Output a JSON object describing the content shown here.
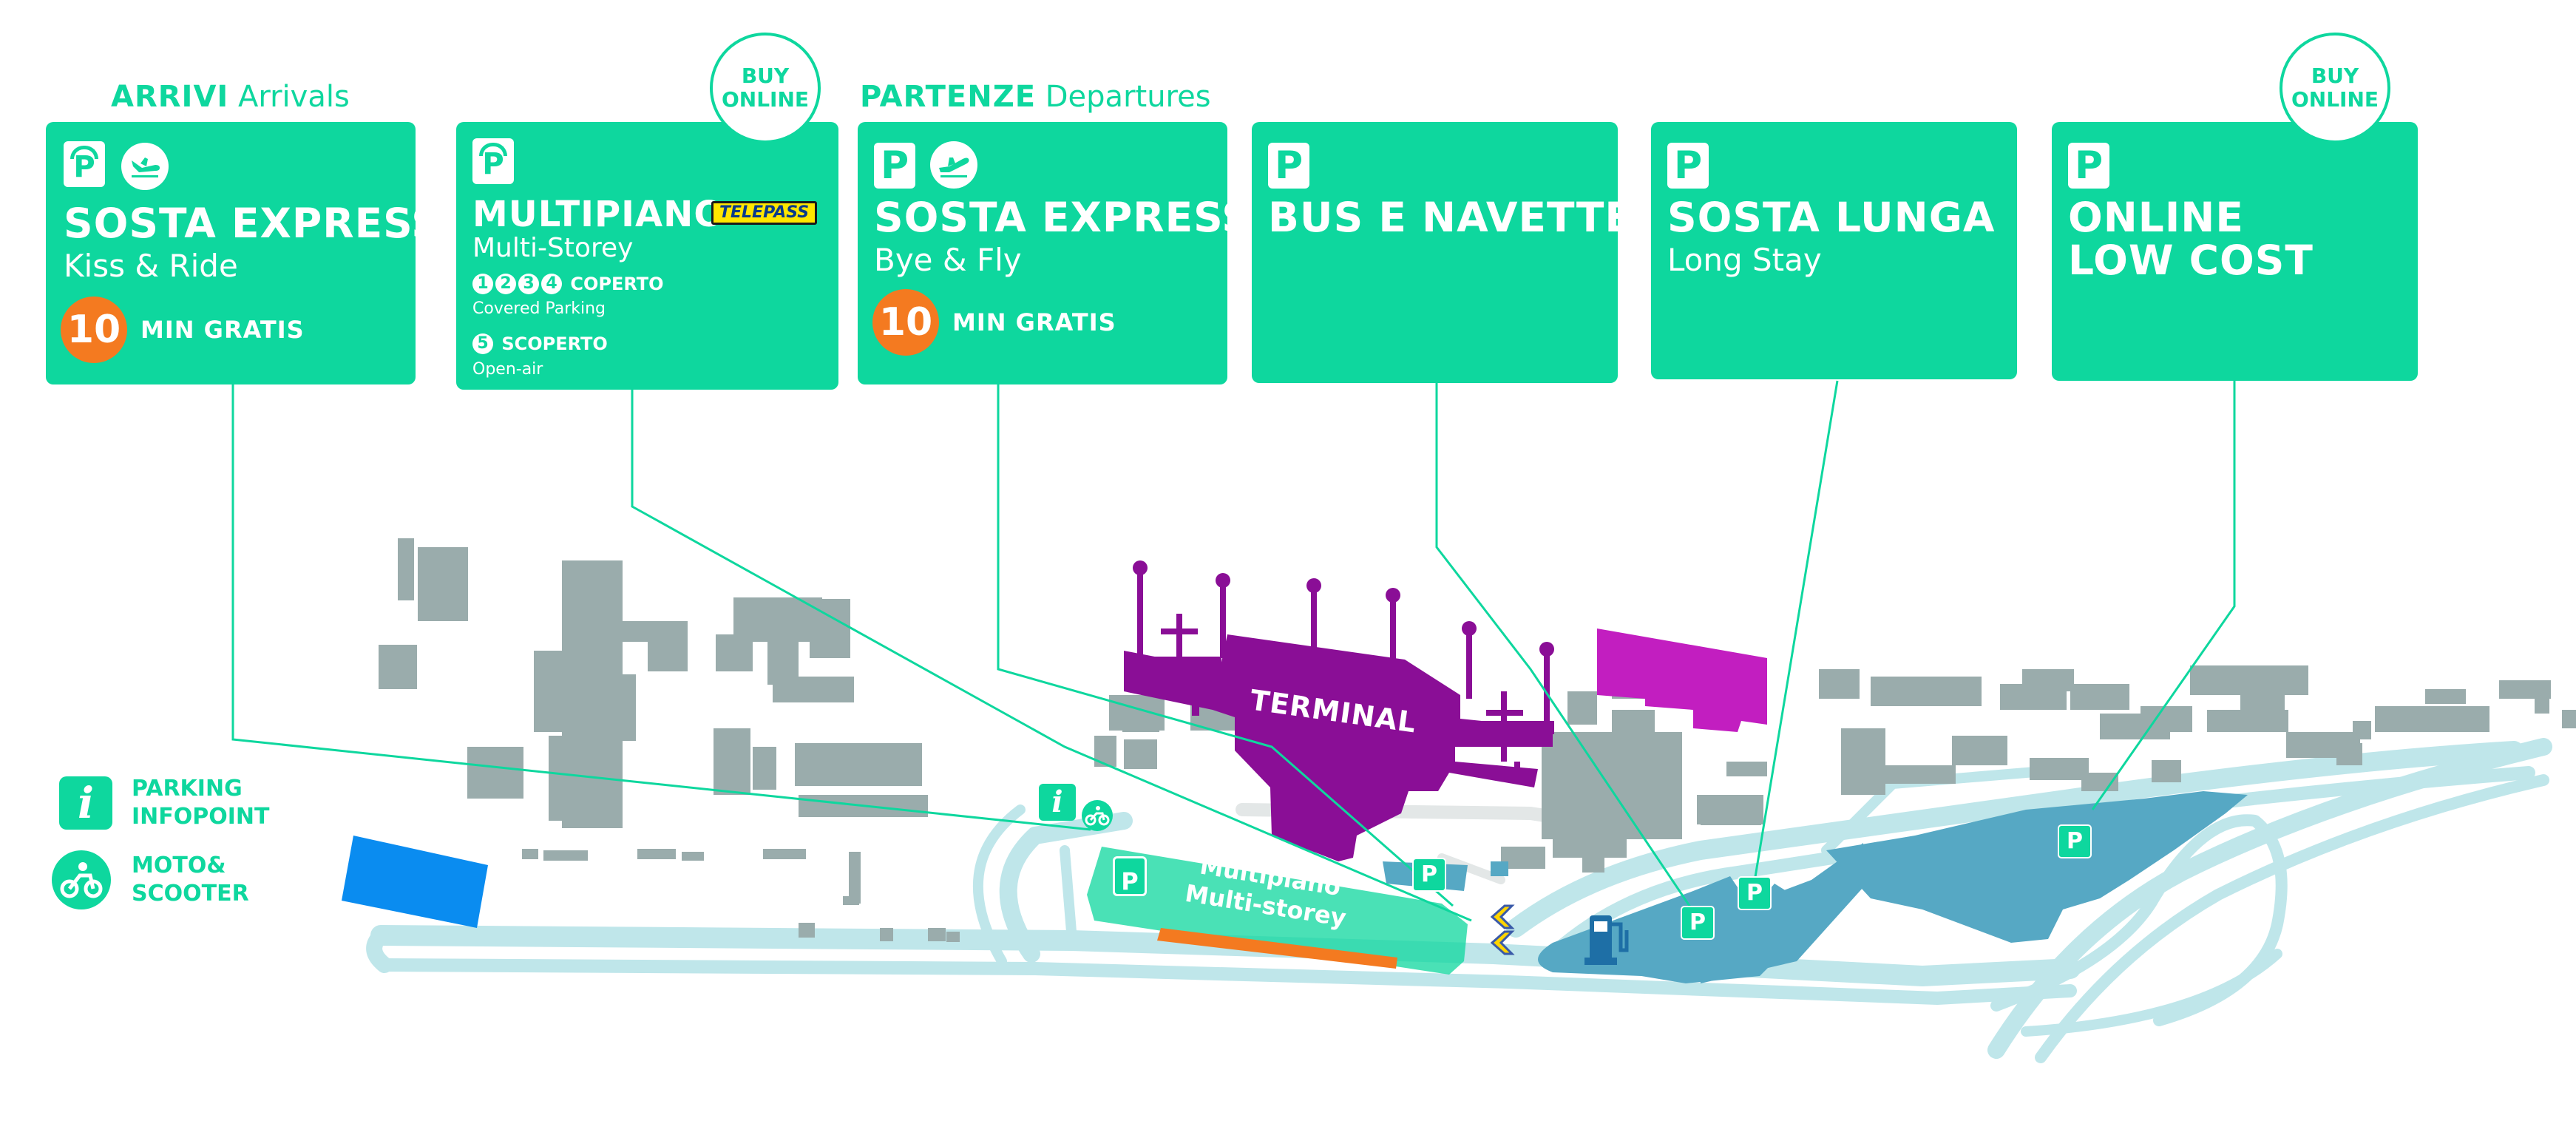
{
  "headings": {
    "arrivi": {
      "it": "ARRIVI",
      "en": "Arrivals"
    },
    "partenze": {
      "it": "PARTENZE",
      "en": "Departures"
    }
  },
  "buy_online": {
    "line1": "BUY",
    "line2": "ONLINE"
  },
  "cards": {
    "sosta_express_arrivals": {
      "p": "P",
      "title": "SOSTA EXPRESS",
      "subtitle": "Kiss & Ride",
      "free_minutes": "10",
      "free_label": "MIN GRATIS",
      "icon": "plane-landing-icon"
    },
    "multipiano": {
      "p": "P",
      "title": "MULTIPIANO",
      "subtitle": "Multi-Storey",
      "telepass": "TELEPASS",
      "floors": [
        "1",
        "2",
        "3",
        "4"
      ],
      "covered_it": "COPERTO",
      "covered_en": "Covered Parking",
      "open_floor": "5",
      "open_it": "SCOPERTO",
      "open_en": "Open-air"
    },
    "sosta_express_departures": {
      "p": "P",
      "title": "SOSTA EXPRESS",
      "subtitle": "Bye & Fly",
      "free_minutes": "10",
      "free_label": "MIN GRATIS",
      "icon": "plane-takeoff-icon"
    },
    "bus_navette": {
      "p": "P",
      "title": "BUS E NAVETTE"
    },
    "sosta_lunga": {
      "p": "P",
      "title": "SOSTA LUNGA",
      "subtitle": "Long Stay"
    },
    "online_low_cost": {
      "p": "P",
      "title_line1": "ONLINE",
      "title_line2": "LOW COST"
    }
  },
  "map": {
    "terminal_label": "TERMINAL",
    "multipiano_label_1": "Multipiano",
    "multipiano_label_2": "Multi-storey",
    "parking_marker": "P",
    "info_marker": "i"
  },
  "legend": {
    "infopoint": {
      "line1": "PARKING",
      "line2": "INFOPOINT",
      "icon": "info-icon"
    },
    "moto": {
      "line1": "MOTO&",
      "line2": "SCOOTER",
      "icon": "scooter-icon"
    }
  },
  "colors": {
    "green": "#0ed79e",
    "orange": "#f47a20",
    "terminal_purple": "#8a0e96",
    "magenta": "#c21ec0",
    "blue": "#0a8cf0",
    "parking_blue": "#56a8c4",
    "building_gray": "#9aacac",
    "road": "#bfe6ea"
  }
}
